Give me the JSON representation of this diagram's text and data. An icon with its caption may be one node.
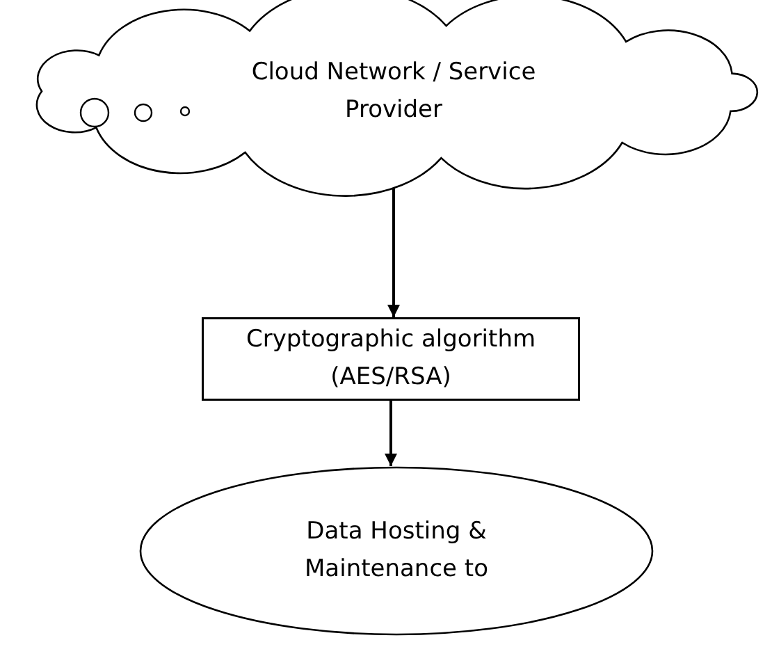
{
  "diagram": {
    "nodes": [
      {
        "text": [
          "Cloud Network / Service Provider"
        ]
      },
      {
        "text": [
          "Cryptographic algorithm (AES/RSA)"
        ]
      },
      {
        "text": [
          "Data Hosting & Maintenance to"
        ]
      }
    ],
    "edges": [
      {
        "from": 0,
        "to": 1,
        "arrow": "to"
      },
      {
        "from": 1,
        "to": 2,
        "arrow": "to"
      }
    ]
  }
}
